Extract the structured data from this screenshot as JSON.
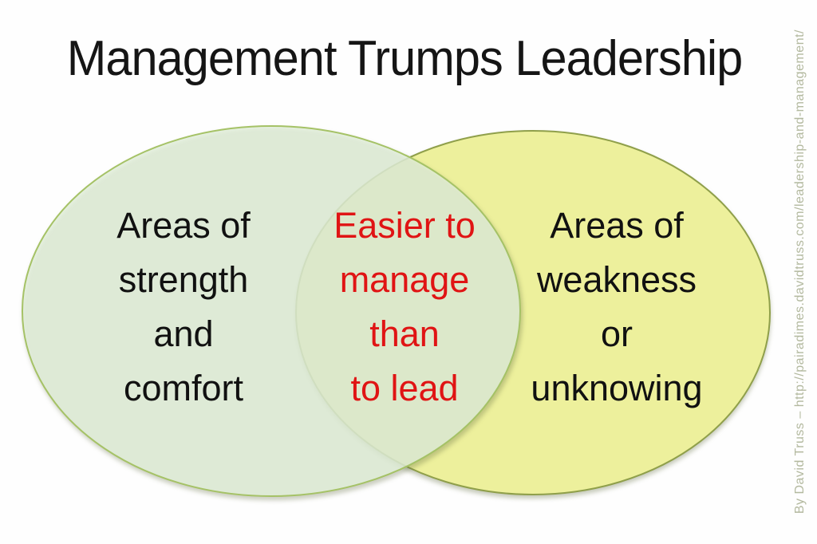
{
  "title": "Management Trumps Leadership",
  "venn": {
    "left": {
      "name": "management-comfort-zone",
      "lines": [
        "Areas of",
        "strength",
        "and",
        "comfort"
      ]
    },
    "center": {
      "name": "overlap",
      "lines": [
        "Easier to",
        "manage",
        "than",
        "to lead"
      ]
    },
    "right": {
      "name": "leadership-unknown-zone",
      "lines": [
        "Areas of",
        "weakness",
        "or",
        "unknowing"
      ]
    }
  },
  "credit": "By David Truss – http://pairadimes.davidtruss.com/leadership-and-management/",
  "colors": {
    "left_fill": "#e2efdb",
    "left_stroke": "#a5c266",
    "right_fill": "#edf09c",
    "right_stroke": "#8f9f4a",
    "center_text": "#e01414",
    "title_text": "#151515",
    "credit_color": "#b3b99f"
  }
}
